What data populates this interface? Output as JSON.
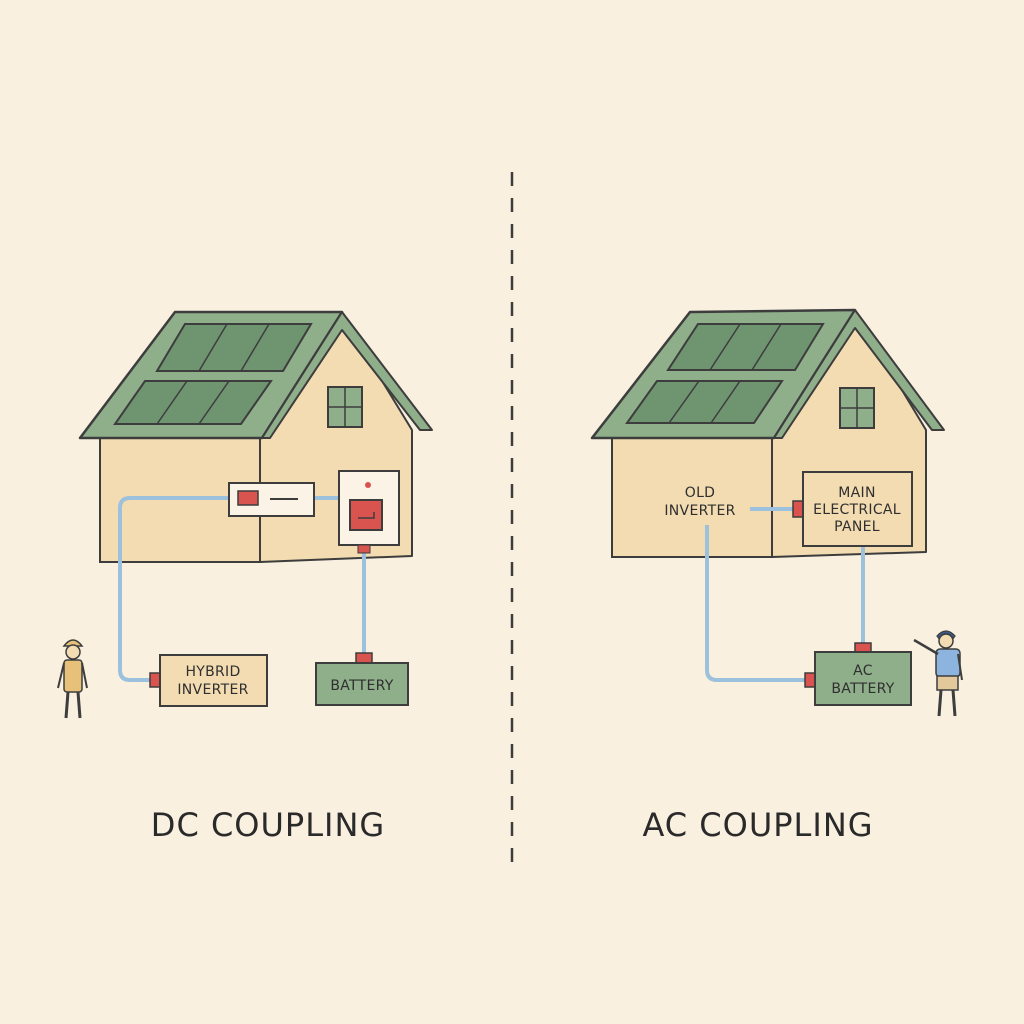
{
  "colors": {
    "background": "#f9f0e0",
    "roof": "#8fae8a",
    "solar_panel": "#6f9470",
    "wall": "#f3dcb2",
    "wire": "#9cc1dc",
    "connector": "#d9534f",
    "battery": "#8fae8a",
    "outline": "#3d3d3d"
  },
  "left": {
    "title": "DC COUPLING",
    "inverter_line1": "HYBRID",
    "inverter_line2": "INVERTER",
    "battery": "BATTERY"
  },
  "right": {
    "title": "AC COUPLING",
    "old_inverter_line1": "OLD",
    "old_inverter_line2": "INVERTER",
    "panel_line1": "MAIN",
    "panel_line2": "ELECTRICAL",
    "panel_line3": "PANEL",
    "battery_line1": "AC",
    "battery_line2": "BATTERY"
  }
}
